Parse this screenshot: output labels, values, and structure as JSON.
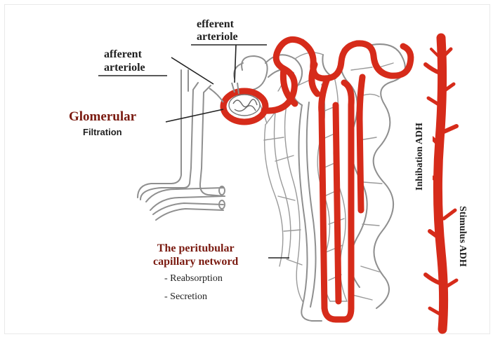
{
  "labels": {
    "efferent_line1": "efferent",
    "efferent_line2": "arteriole",
    "afferent_line1": "afferent",
    "afferent_line2": "arteriole",
    "glomerular": "Glomerular",
    "filtration": "Filtration",
    "network_line1": "The peritubular",
    "network_line2": "capillary netword",
    "reabsorption": "- Reabsorption",
    "secretion": "- Secretion",
    "inhibition": "Inhibation ADH",
    "stimulus": "Stimulus ADH"
  },
  "colors": {
    "vessel_red": "#d62b1a",
    "capillary_gray": "#8f8f8f",
    "label_dark": "#1f1f1f",
    "label_red": "#7a1a10"
  }
}
